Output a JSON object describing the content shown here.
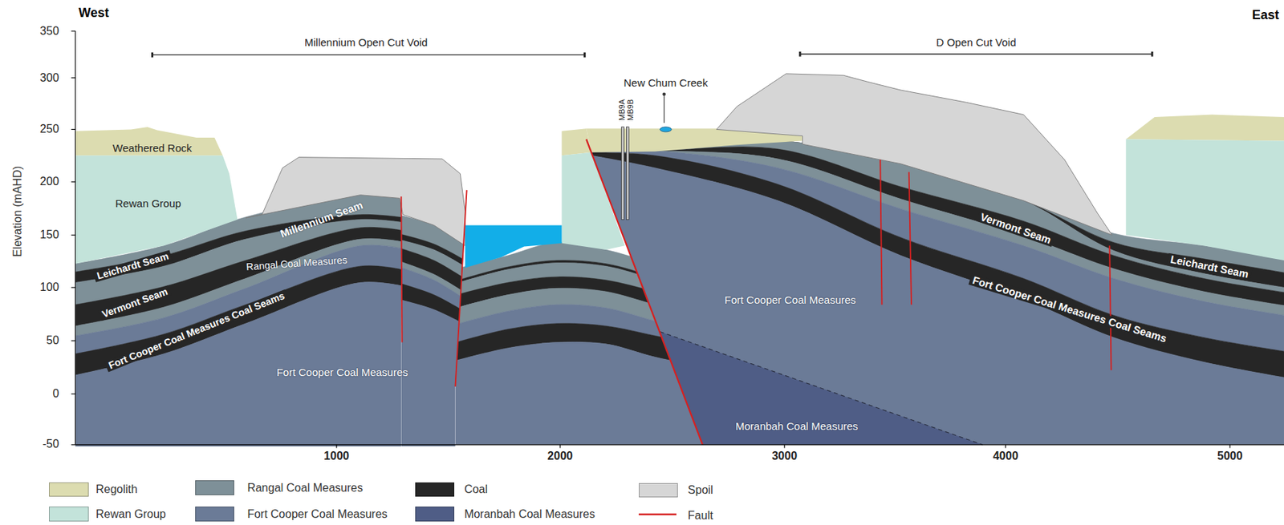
{
  "diagram": {
    "labels": [
      "West",
      "East",
      "350",
      "300",
      "250",
      "200",
      "150",
      "100",
      "50",
      "0",
      "-50",
      "Elevation (mAHD)",
      "Millennium Open Cut Void",
      "D Open Cut Void",
      "New Chum Creek",
      "MB9A",
      "MB9B",
      "Weathered Rock",
      "Rewan Group",
      "Leichardt Seam",
      "Millennium Seam",
      "Rangal Coal Measures",
      "Vermont Seam",
      "Fort Cooper Coal Measures Coal Seams",
      "Fort Cooper Coal Measures",
      "Fort Cooper Coal Measures",
      "Moranbah Coal Measures",
      "Vermont Seam",
      "Leichardt Seam",
      "Fort Cooper Coal Measures Coal Seams",
      "1000",
      "2000",
      "3000",
      "4000",
      "5000"
    ],
    "legend": [
      {
        "text": "Regolith",
        "color": "#dcdcb0"
      },
      {
        "text": "Rewan Group",
        "color": "#c3e3da"
      },
      {
        "text": "Rangal Coal Measures",
        "color": "#7e9098"
      },
      {
        "text": "Fort Cooper Coal Measures",
        "color": "#6b7b97"
      },
      {
        "text": "Coal",
        "color": "#262626"
      },
      {
        "text": "Moranbah Coal Measures",
        "color": "#4f5d86"
      },
      {
        "text": "Spoil",
        "color": "#d6d6d6"
      },
      {
        "text": "Fault"
      }
    ]
  }
}
